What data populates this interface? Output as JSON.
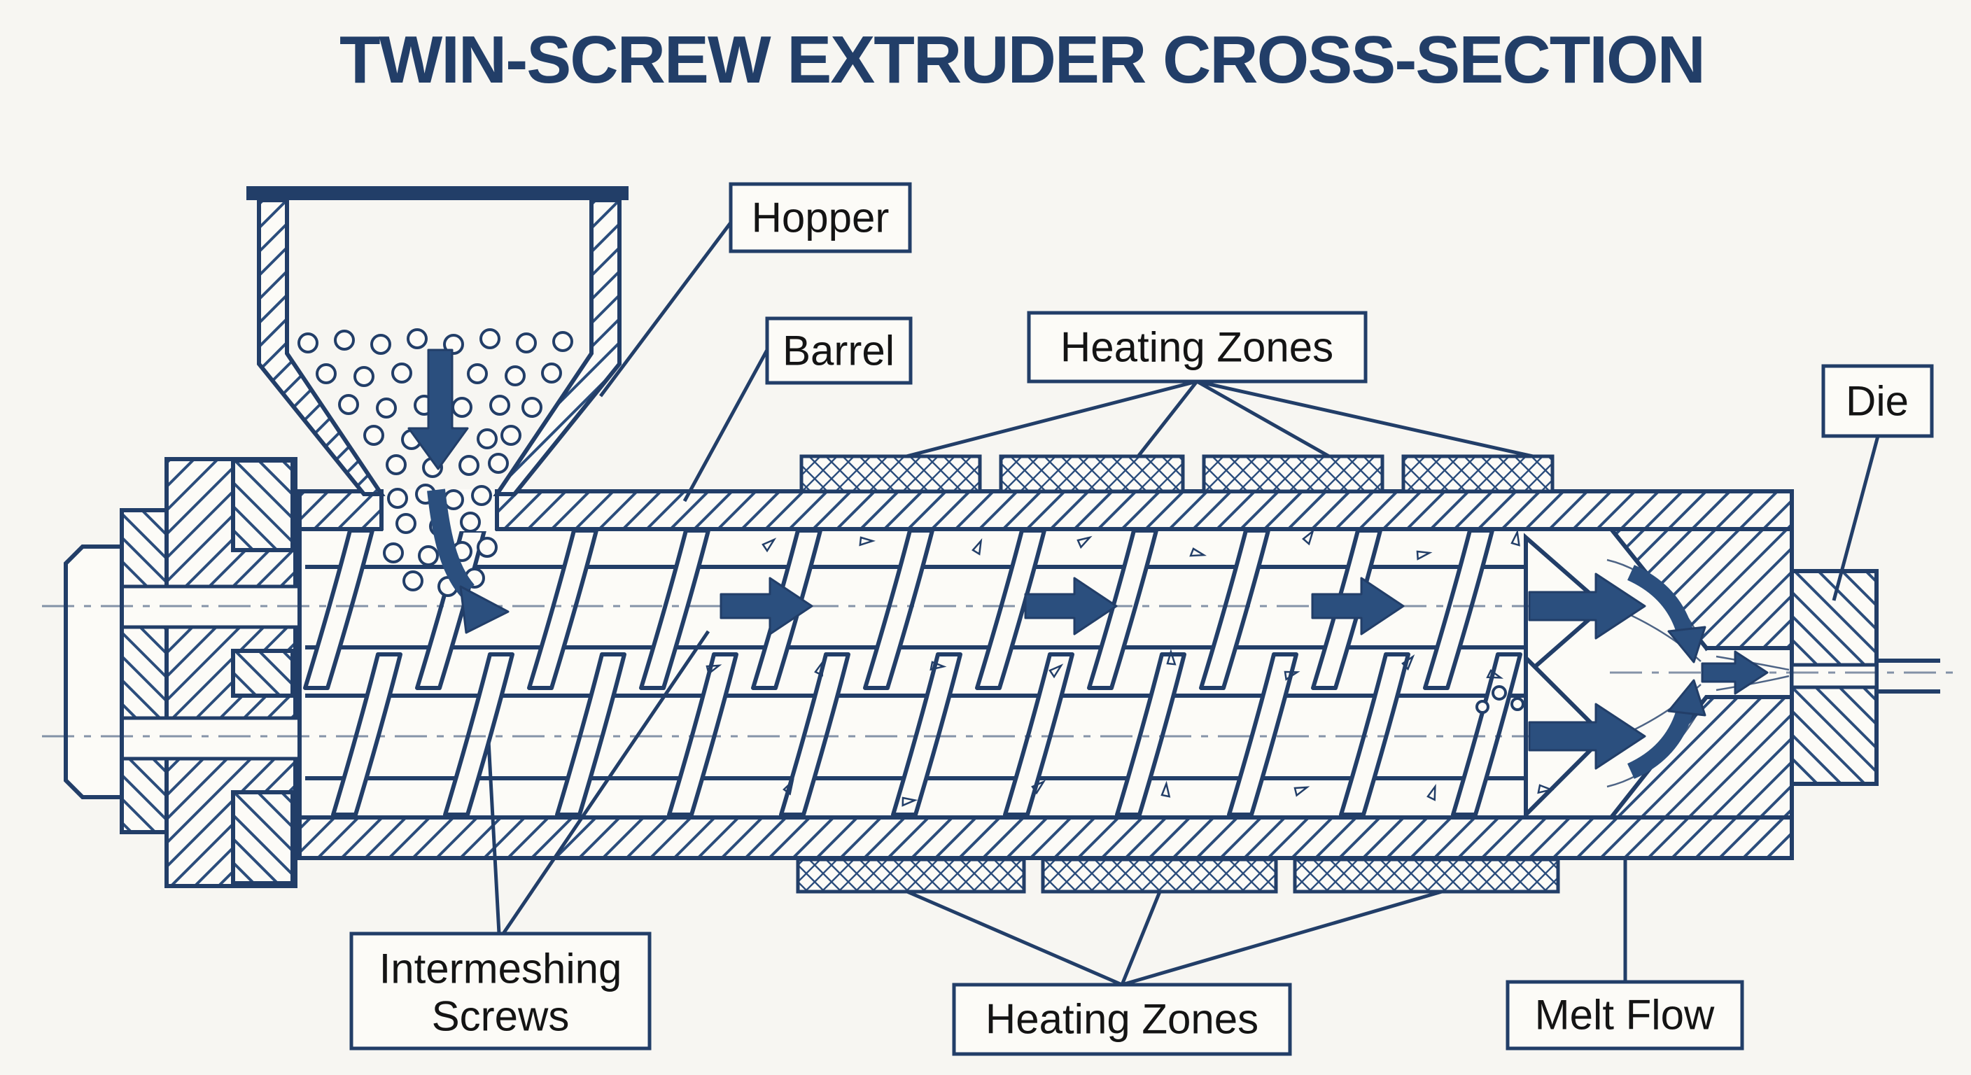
{
  "title": "TWIN-SCREW EXTRUDER CROSS-SECTION",
  "labels": {
    "hopper": "Hopper",
    "barrel": "Barrel",
    "heating_zones_top": "Heating Zones",
    "die": "Die",
    "intermeshing_line1": "Intermeshing",
    "intermeshing_line2": "Screws",
    "heating_zones_bottom": "Heating Zones",
    "melt_flow": "Melt Flow"
  },
  "colors": {
    "ink": "#223e68",
    "hatch": "#2b4d7c",
    "arrow": "#2b4f7e",
    "label_text": "#141414",
    "background": "#f7f6f2",
    "paper": "#fcfbf7"
  }
}
